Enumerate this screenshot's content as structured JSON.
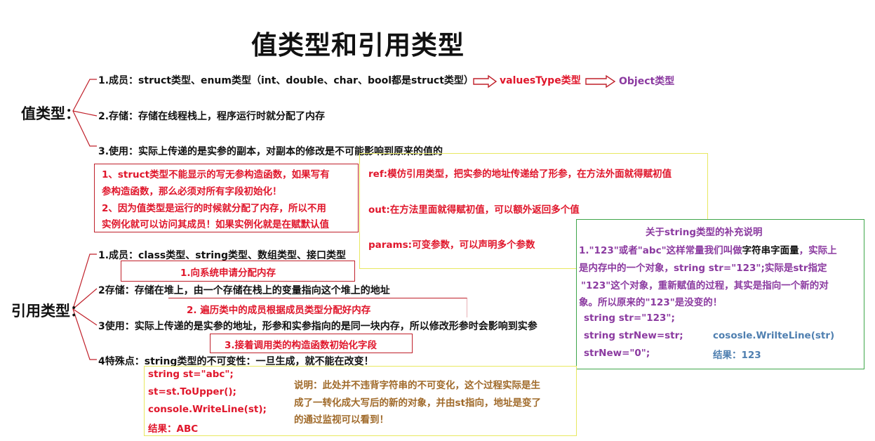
{
  "title": "值类型和引用类型",
  "value_type": {
    "label": "值类型：",
    "member": "1.成员：struct类型、enum类型（int、double、char、bool都是struct类型）",
    "values_type": "valuesType类型",
    "object_type": "Object类型",
    "storage": "2.存储：存储在线程栈上，程序运行时就分配了内存",
    "usage": "3.使用：实际上传递的是实参的副本，对副本的修改是不可能影响到原来的值的",
    "note_lines": [
      "1、struct类型不能显示的写无参构造函数，如果写有",
      "参构造函数，那么必须对所有字段初始化！",
      "2、因为值类型是运行的时候就分配了内存，所以不用",
      "实例化就可以访问其成员！如果实例化就是在赋默认值"
    ],
    "ref": "ref:模仿引用类型，把实参的地址传递给了形参，在方法外面就得赋初值",
    "out": "out:在方法里面就得赋初值，可以额外返回多个值",
    "params": "params:可变参数，可以声明多个参数"
  },
  "reference_type": {
    "label": "引用类型：",
    "member": "1.成员：class类型、string类型、数组类型、接口类型",
    "step1": "1.向系统申请分配内存",
    "storage": "2存储：存储在堆上，由一个存储在栈上的变量指向这个堆上的地址",
    "step2": "2. 遍历类中的成员根据成员类型分配好内存",
    "usage": "3使用：实际上传递的是实参的地址，形参和实参指向的是同一块内存，所以修改形参时会影响到实参",
    "step3": "3.接着调用类的构造函数初始化字段",
    "special": "4特殊点：string类型的不可变性：一旦生成，就不能在改变！",
    "code_lines": [
      "string st=\"abc\";",
      "st=st.ToUpper();",
      "console.WriteLine(st);",
      "结果：ABC"
    ],
    "explain_lines": [
      "说明：此处并不违背字符串的不可变化，这个过程实际是生",
      "成了一转化成大写后的新的对象，并由st指向，地址是变了",
      "的通过监视可以看到！"
    ]
  },
  "string_note": {
    "title": "关于string类型的补充说明",
    "line1_a": "1.\"123\"或者\"abc\"这样常量我们叫做",
    "line1_b": "字符串字面量",
    "line1_c": "，实际上",
    "line2_a": "是内存中的一个对象，",
    "line2_b": "string str=\"123\";",
    "line2_c": "实际是str指定",
    "line3": "\"123\"这个对象，重新赋值的过程，其实是指向一个新的对",
    "line4": "象。所以原来的\"123\"是没变的！",
    "code1": "string str=\"123\";",
    "code2": "string strNew=str;",
    "code3": "strNew=\"0\";",
    "output": "cososle.WrilteLine(str)",
    "result": "结果：123"
  },
  "colors": {
    "red": "#e0162b",
    "purple": "#8b3aa0",
    "brown": "#a06a2a",
    "steel": "#4f7fb0",
    "yellow_border": "#e8e860",
    "green_border": "#3fa64a",
    "red_border": "#c0202a"
  }
}
